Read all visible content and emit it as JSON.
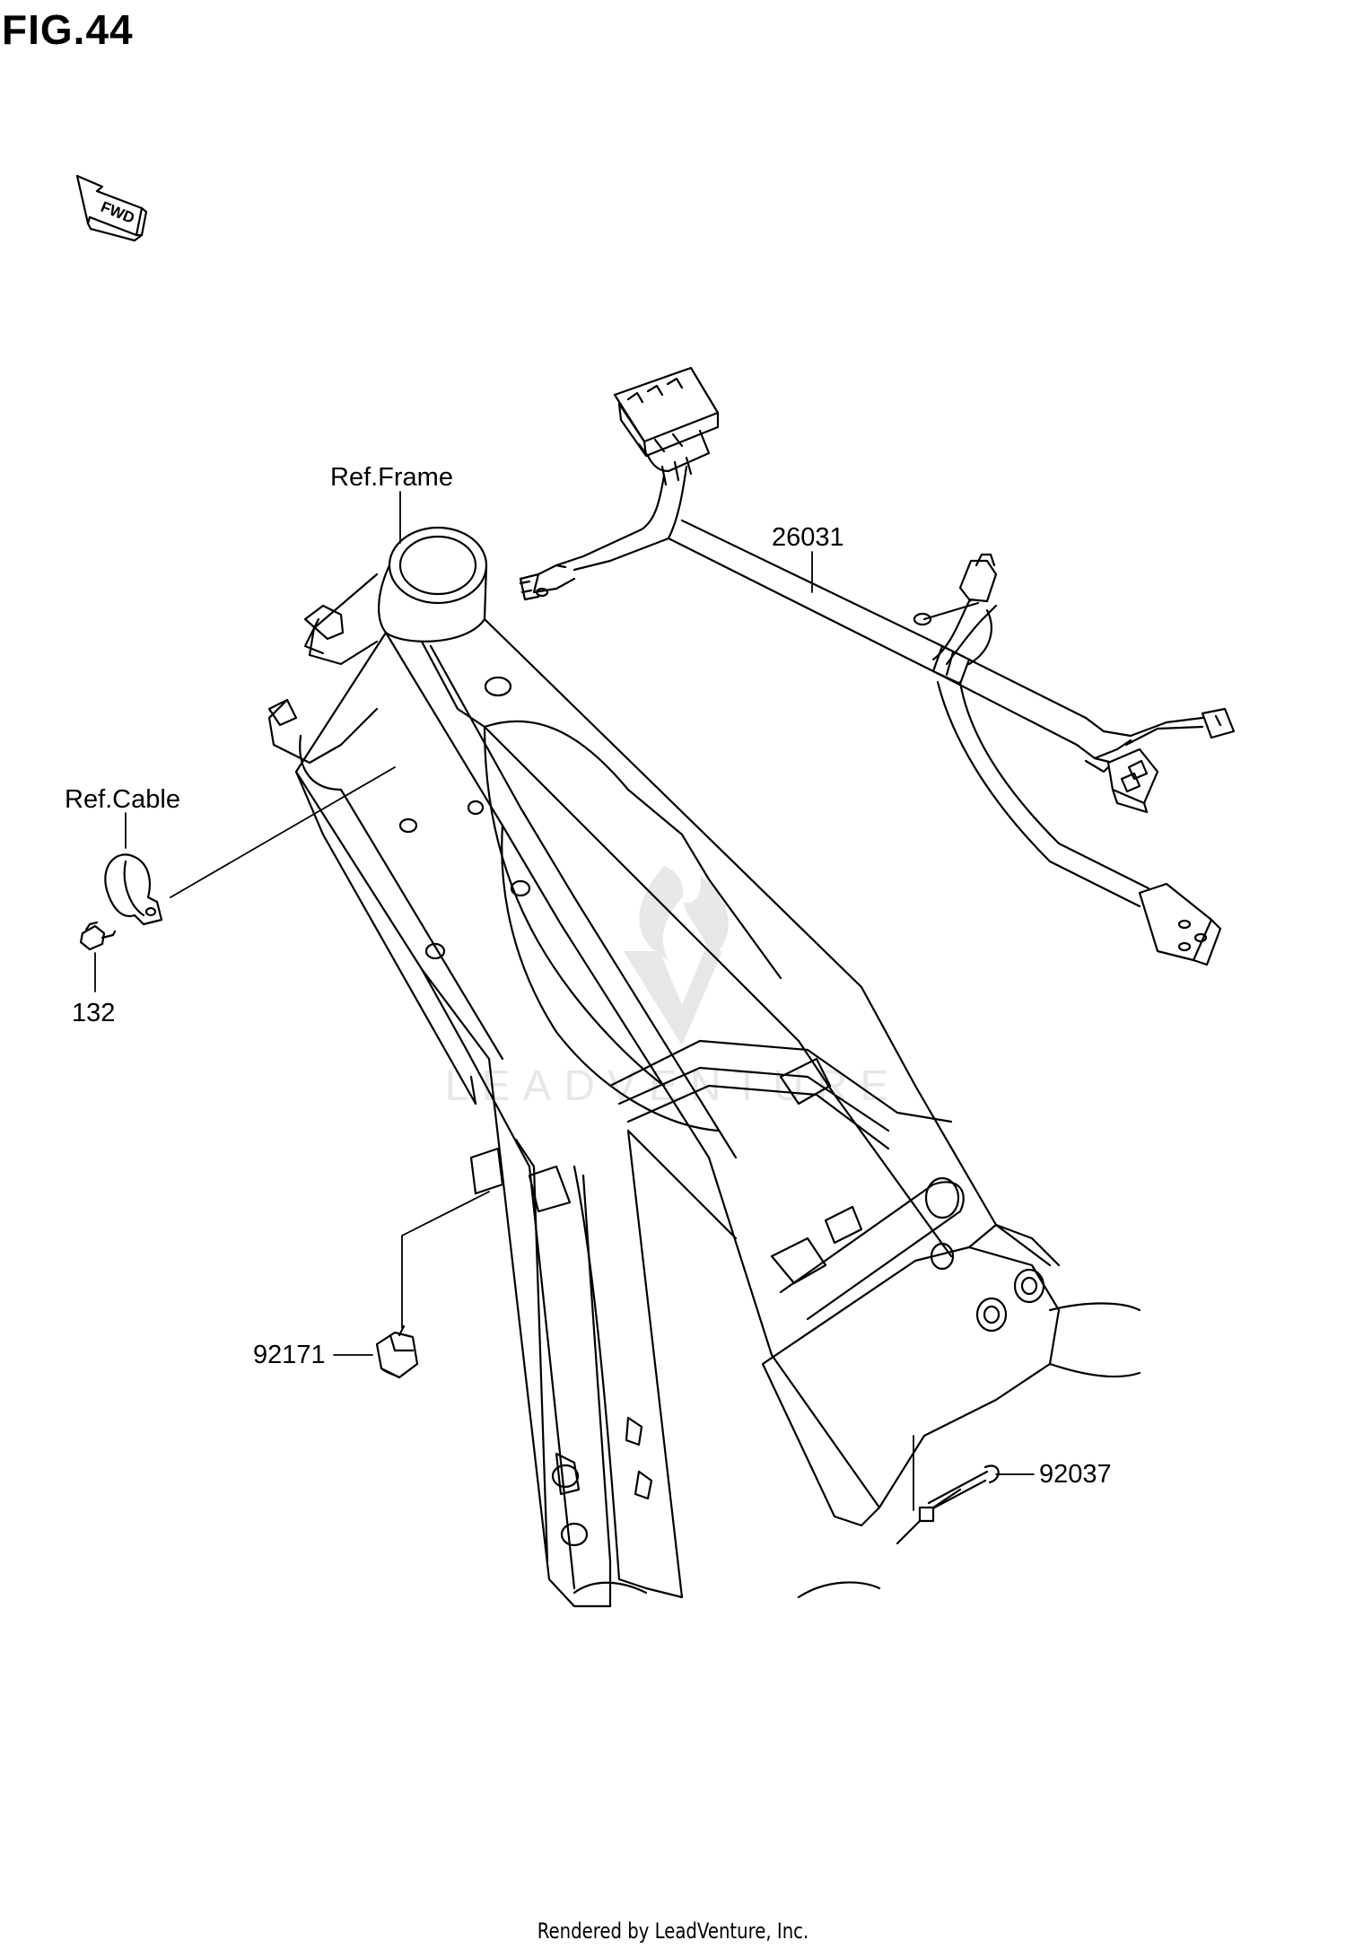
{
  "figure": {
    "title": "FIG.44"
  },
  "fwd_arrow": {
    "label": "FWD"
  },
  "callouts": {
    "ref_frame": "Ref.Frame",
    "ref_cable": "Ref.Cable",
    "part_26031": "26031",
    "part_132": "132",
    "part_92171": "92171",
    "part_92037": "92037"
  },
  "watermark": {
    "text": "LEADVENTURE"
  },
  "footer": {
    "text": "Rendered by LeadVenture, Inc."
  }
}
